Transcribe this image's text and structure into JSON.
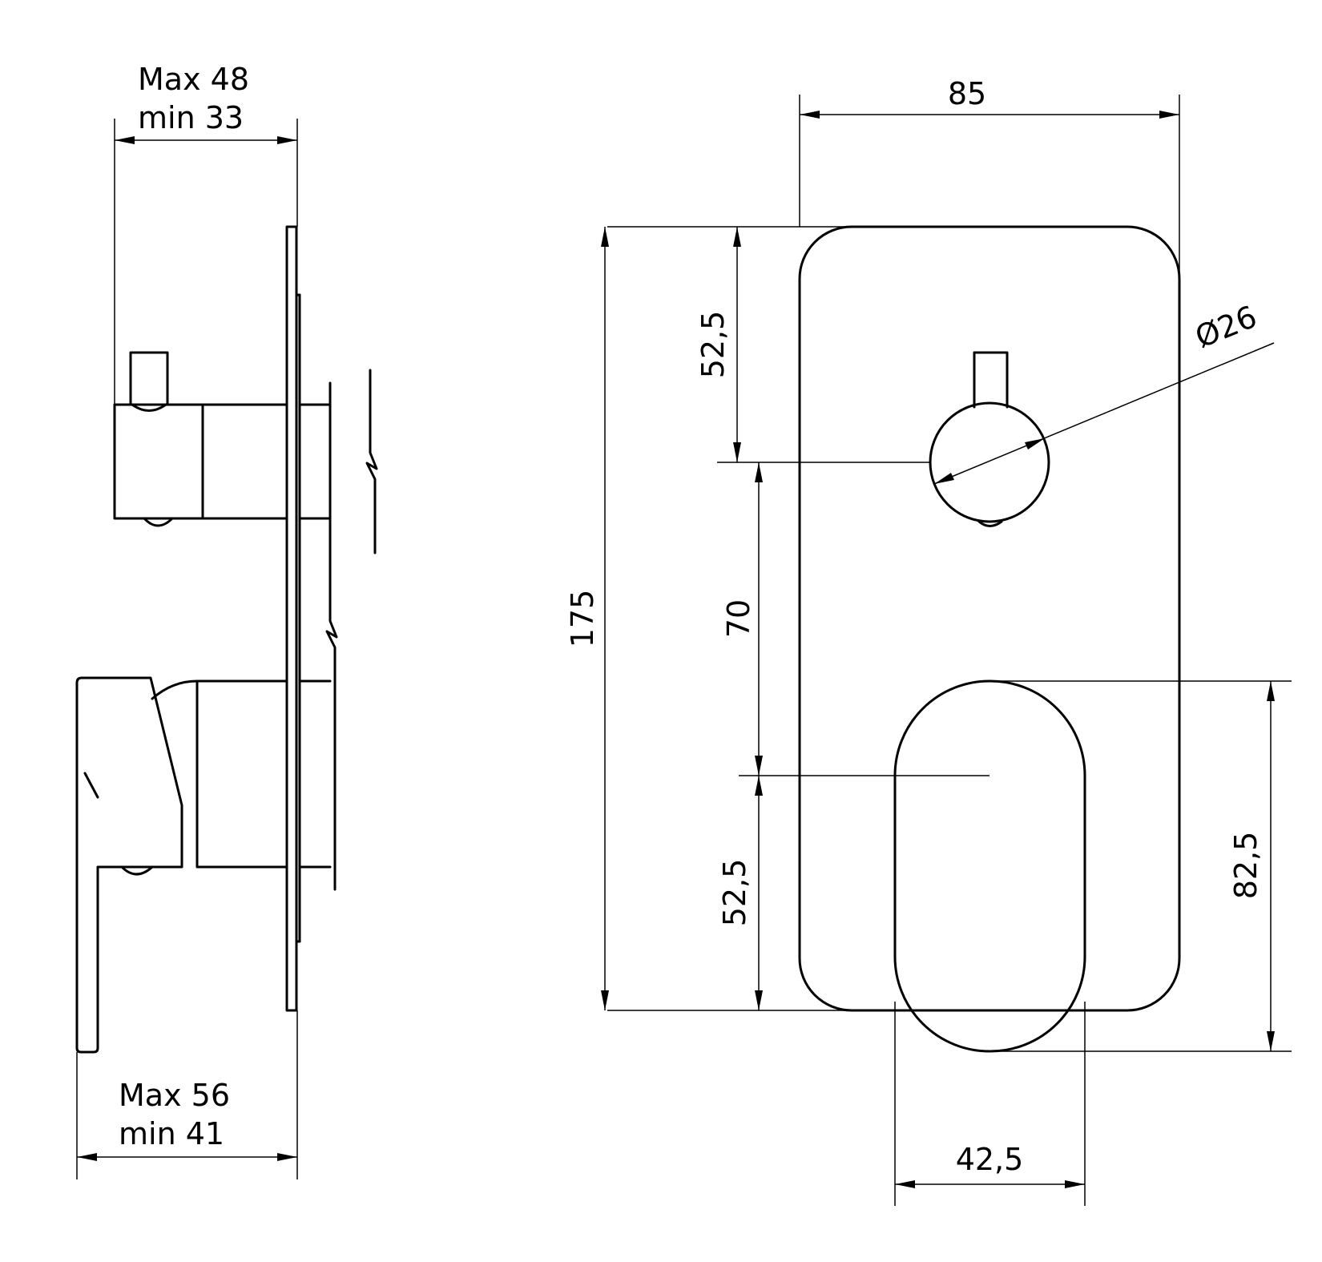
{
  "side_view": {
    "top_dimension": {
      "line1": "Max 48",
      "line2": "min 33"
    },
    "bottom_dimension": {
      "line1": "Max 56",
      "line2": "min 41"
    }
  },
  "front_view": {
    "width": "85",
    "height": "175",
    "top_to_knob_center": "52,5",
    "knob_to_lever_center": "70",
    "lever_center_to_bottom": "52,5",
    "knob_diameter": "Ø26",
    "lever_height": "82,5",
    "lever_width": "42,5"
  }
}
